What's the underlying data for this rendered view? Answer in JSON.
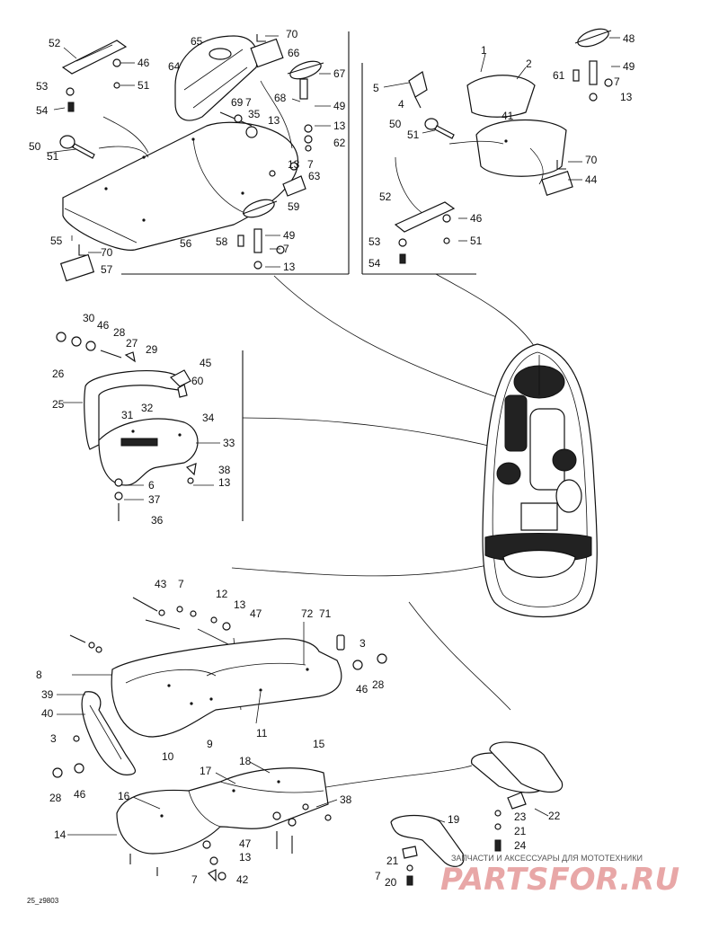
{
  "diagram_code": "25_z9803",
  "watermark": {
    "caption": "ЗАПЧАСТИ И АКСЕССУАРЫ ДЛЯ МОТОТЕХНИКИ",
    "brand": "PARTSFOR.RU"
  },
  "callouts": [
    {
      "id": "c52a",
      "label": "52"
    },
    {
      "id": "c46a",
      "label": "46"
    },
    {
      "id": "c53a",
      "label": "53"
    },
    {
      "id": "c51a",
      "label": "51"
    },
    {
      "id": "c54a",
      "label": "54"
    },
    {
      "id": "c50a",
      "label": "50"
    },
    {
      "id": "c51b",
      "label": "51"
    },
    {
      "id": "c65",
      "label": "65"
    },
    {
      "id": "c64",
      "label": "64"
    },
    {
      "id": "c70a",
      "label": "70"
    },
    {
      "id": "c66",
      "label": "66"
    },
    {
      "id": "c67",
      "label": "67"
    },
    {
      "id": "c68",
      "label": "68"
    },
    {
      "id": "c49a",
      "label": "49"
    },
    {
      "id": "c69",
      "label": "69"
    },
    {
      "id": "c7a",
      "label": "7"
    },
    {
      "id": "c35",
      "label": "35"
    },
    {
      "id": "c13a",
      "label": "13"
    },
    {
      "id": "c13b",
      "label": "13"
    },
    {
      "id": "c62",
      "label": "62"
    },
    {
      "id": "c13c",
      "label": "13"
    },
    {
      "id": "c7b",
      "label": "7"
    },
    {
      "id": "c63",
      "label": "63"
    },
    {
      "id": "c59",
      "label": "59"
    },
    {
      "id": "c55",
      "label": "55"
    },
    {
      "id": "c56",
      "label": "56"
    },
    {
      "id": "c58",
      "label": "58"
    },
    {
      "id": "c49b",
      "label": "49"
    },
    {
      "id": "c7c",
      "label": "7"
    },
    {
      "id": "c13d",
      "label": "13"
    },
    {
      "id": "c70b",
      "label": "70"
    },
    {
      "id": "c57",
      "label": "57"
    },
    {
      "id": "c1",
      "label": "1"
    },
    {
      "id": "c2",
      "label": "2"
    },
    {
      "id": "c5",
      "label": "5"
    },
    {
      "id": "c4",
      "label": "4"
    },
    {
      "id": "c41",
      "label": "41"
    },
    {
      "id": "c50b",
      "label": "50"
    },
    {
      "id": "c51c",
      "label": "51"
    },
    {
      "id": "c48",
      "label": "48"
    },
    {
      "id": "c61",
      "label": "61"
    },
    {
      "id": "c49c",
      "label": "49"
    },
    {
      "id": "c7d",
      "label": "7"
    },
    {
      "id": "c13e",
      "label": "13"
    },
    {
      "id": "c70c",
      "label": "70"
    },
    {
      "id": "c44",
      "label": "44"
    },
    {
      "id": "c52b",
      "label": "52"
    },
    {
      "id": "c46b",
      "label": "46"
    },
    {
      "id": "c53b",
      "label": "53"
    },
    {
      "id": "c51d",
      "label": "51"
    },
    {
      "id": "c54b",
      "label": "54"
    },
    {
      "id": "c30",
      "label": "30"
    },
    {
      "id": "c46c",
      "label": "46"
    },
    {
      "id": "c28a",
      "label": "28"
    },
    {
      "id": "c27",
      "label": "27"
    },
    {
      "id": "c29",
      "label": "29"
    },
    {
      "id": "c26",
      "label": "26"
    },
    {
      "id": "c45",
      "label": "45"
    },
    {
      "id": "c60",
      "label": "60"
    },
    {
      "id": "c25",
      "label": "25"
    },
    {
      "id": "c31",
      "label": "31"
    },
    {
      "id": "c32",
      "label": "32"
    },
    {
      "id": "c34",
      "label": "34"
    },
    {
      "id": "c33",
      "label": "33"
    },
    {
      "id": "c38a",
      "label": "38"
    },
    {
      "id": "c13f",
      "label": "13"
    },
    {
      "id": "c6",
      "label": "6"
    },
    {
      "id": "c37",
      "label": "37"
    },
    {
      "id": "c36",
      "label": "36"
    },
    {
      "id": "c43",
      "label": "43"
    },
    {
      "id": "c7e",
      "label": "7"
    },
    {
      "id": "c12",
      "label": "12"
    },
    {
      "id": "c13g",
      "label": "13"
    },
    {
      "id": "c47a",
      "label": "47"
    },
    {
      "id": "c72",
      "label": "72"
    },
    {
      "id": "c71",
      "label": "71"
    },
    {
      "id": "c3a",
      "label": "3"
    },
    {
      "id": "c46d",
      "label": "46"
    },
    {
      "id": "c28b",
      "label": "28"
    },
    {
      "id": "c8",
      "label": "8"
    },
    {
      "id": "c39",
      "label": "39"
    },
    {
      "id": "c40",
      "label": "40"
    },
    {
      "id": "c11",
      "label": "11"
    },
    {
      "id": "c9",
      "label": "9"
    },
    {
      "id": "c15",
      "label": "15"
    },
    {
      "id": "c10",
      "label": "10"
    },
    {
      "id": "c3b",
      "label": "3"
    },
    {
      "id": "c28c",
      "label": "28"
    },
    {
      "id": "c46e",
      "label": "46"
    },
    {
      "id": "c17",
      "label": "17"
    },
    {
      "id": "c18",
      "label": "18"
    },
    {
      "id": "c16",
      "label": "16"
    },
    {
      "id": "c38b",
      "label": "38"
    },
    {
      "id": "c14",
      "label": "14"
    },
    {
      "id": "c47b",
      "label": "47"
    },
    {
      "id": "c13h",
      "label": "13"
    },
    {
      "id": "c7f",
      "label": "7"
    },
    {
      "id": "c42",
      "label": "42"
    },
    {
      "id": "c22",
      "label": "22"
    },
    {
      "id": "c19",
      "label": "19"
    },
    {
      "id": "c23",
      "label": "23"
    },
    {
      "id": "c21a",
      "label": "21"
    },
    {
      "id": "c24",
      "label": "24"
    },
    {
      "id": "c21b",
      "label": "21"
    },
    {
      "id": "c7g",
      "label": "7"
    },
    {
      "id": "c20",
      "label": "20"
    }
  ]
}
